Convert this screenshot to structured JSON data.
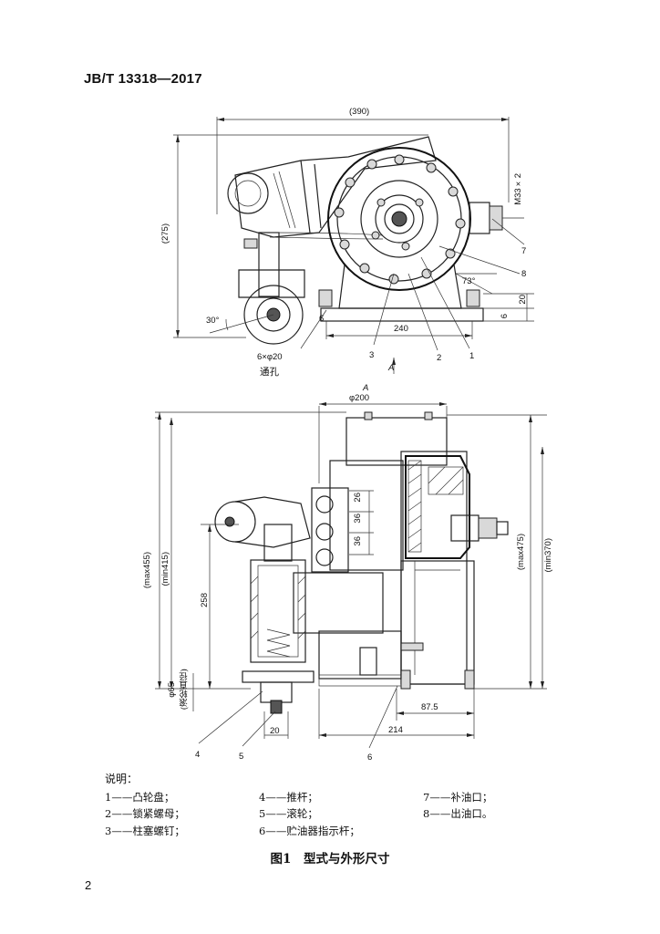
{
  "header": {
    "standard_code": "JB/T 13318—2017"
  },
  "top_view": {
    "dim_width": "(390)",
    "dim_height": "(275)",
    "dim_thread": "M33×2",
    "dim_angle_73": "73°",
    "dim_angle_30": "30°",
    "dim_20": "20",
    "dim_6": "6",
    "dim_6_left": "6",
    "dim_240": "240",
    "holes": "6×φ20",
    "holes_note": "通孔",
    "callouts": [
      "7",
      "8",
      "3",
      "2",
      "1"
    ],
    "section_marker": "A"
  },
  "front_view": {
    "section_letter": "A",
    "dim_phi200": "φ200",
    "dim_max455": "(max455)",
    "dim_min415": "(min415)",
    "dim_258": "258",
    "dim_phi65": "φ65",
    "dim_phi65_note": "(滚轮直径)",
    "dim_26": "26",
    "dim_36a": "36",
    "dim_36b": "36",
    "dim_max475": "(max475)",
    "dim_min370": "(min370)",
    "dim_87_5": "87.5",
    "dim_214": "214",
    "dim_20": "20",
    "callouts": [
      "4",
      "5",
      "6"
    ]
  },
  "legend": {
    "title": "说明：",
    "items": [
      [
        "1——凸轮盘；",
        "4——推杆；",
        "7——补油口；"
      ],
      [
        "2——锁紧螺母；",
        "5——滚轮；",
        "8——出油口。"
      ],
      [
        "3——柱塞螺钉；",
        "6——贮油器指示杆；",
        ""
      ]
    ]
  },
  "caption": "图1　型式与外形尺寸",
  "page_number": "2"
}
